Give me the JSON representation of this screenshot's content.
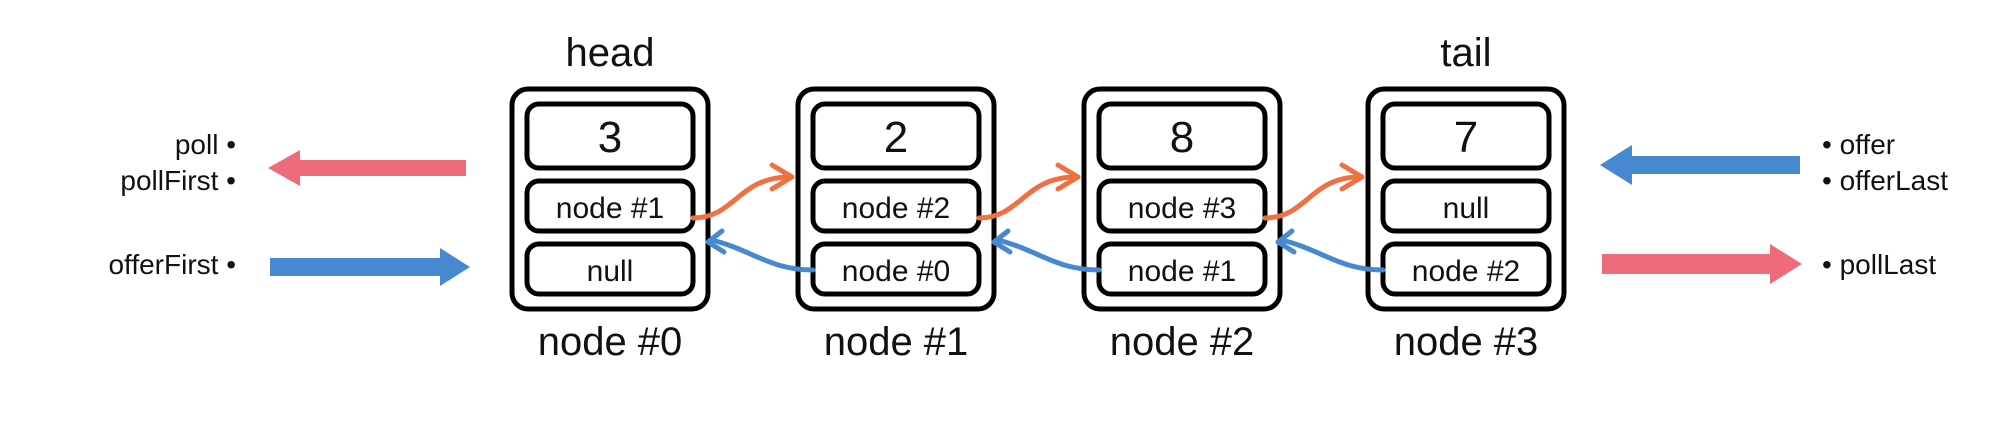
{
  "labels": {
    "head": "head",
    "tail": "tail"
  },
  "nodes": [
    {
      "name": "node #0",
      "value": "3",
      "next": "node #1",
      "prev": "null"
    },
    {
      "name": "node #1",
      "value": "2",
      "next": "node #2",
      "prev": "node #0"
    },
    {
      "name": "node #2",
      "value": "8",
      "next": "node #3",
      "prev": "node #1"
    },
    {
      "name": "node #3",
      "value": "7",
      "next": "null",
      "prev": "node #2"
    }
  ],
  "left_ops": {
    "poll": "poll •",
    "pollFirst": "pollFirst •",
    "offerFirst": "offerFirst •"
  },
  "right_ops": {
    "offer": "• offer",
    "offerLast": "• offerLast",
    "pollLast": "• pollLast"
  },
  "colors": {
    "poll_arrow": "#ee6b7b",
    "offer_arrow": "#4789d0",
    "next_link": "#f07040",
    "prev_link": "#4789d0",
    "outline": "#000000"
  }
}
